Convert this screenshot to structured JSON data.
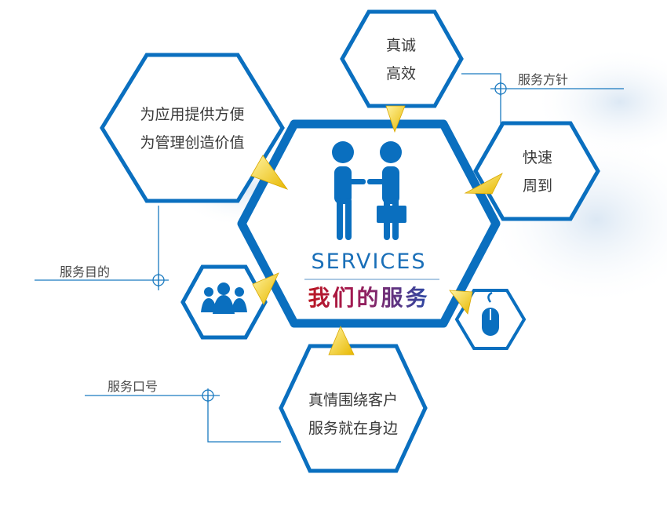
{
  "center": {
    "title_en": "SERVICES",
    "title_cn": "我们的服务"
  },
  "hex_top": [
    "真诚",
    "高效"
  ],
  "hex_left": [
    "为应用提供方便",
    "为管理创造价值"
  ],
  "hex_right": [
    "快速",
    "周到"
  ],
  "hex_bottom": [
    "真情围绕客户",
    "服务就在身边"
  ],
  "labels": {
    "policy": "服务方针",
    "purpose": "服务目的",
    "slogan": "服务口号"
  },
  "colors": {
    "blue": "#0a6fbf",
    "arrow": "#f2d21a",
    "cloud": "#e6eef7"
  }
}
